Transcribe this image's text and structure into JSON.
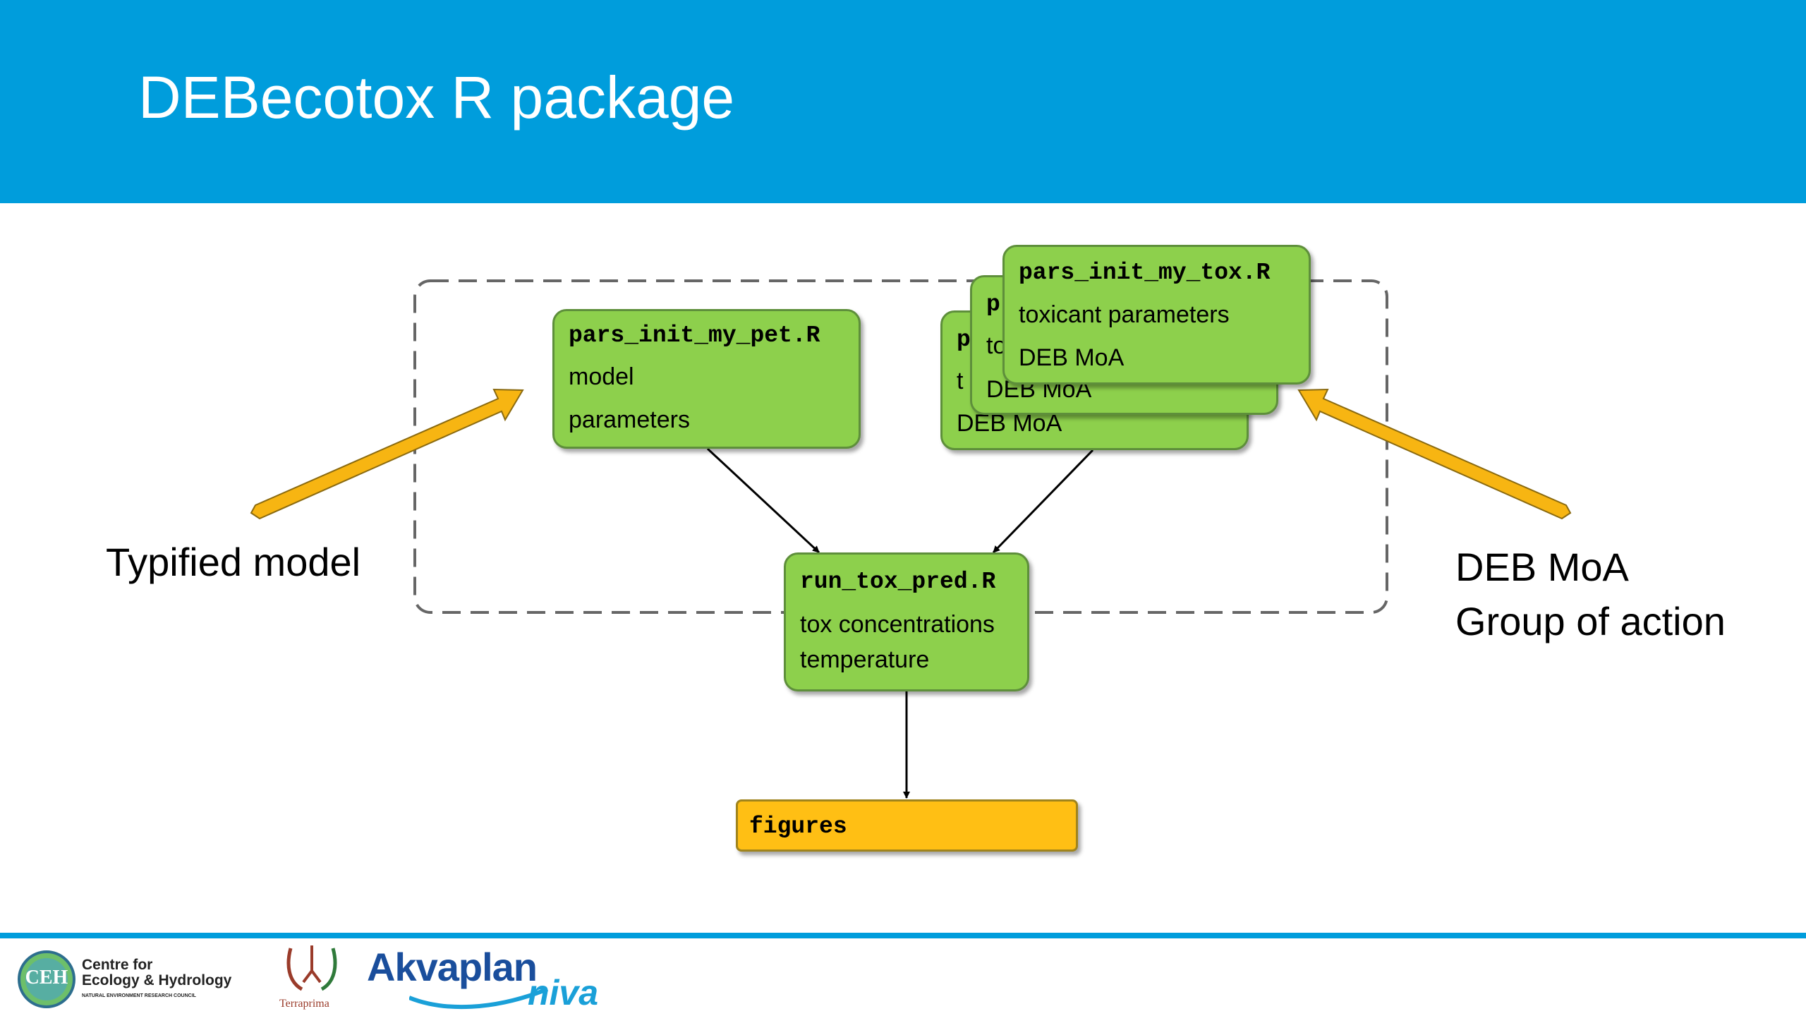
{
  "slide": {
    "title": "DEBecotox R package"
  },
  "diagram": {
    "pet_box": {
      "filename": "pars_init_my_pet.R",
      "line1": "model",
      "line2": "parameters"
    },
    "tox_box_back2": {
      "filename": "p",
      "line1": "t",
      "line2": "DEB MoA"
    },
    "tox_box_back1": {
      "filename": "p",
      "line1": "to",
      "line2": "DEB MoA"
    },
    "tox_box_front": {
      "filename": "pars_init_my_tox.R",
      "line1": "toxicant parameters",
      "line2": "DEB MoA"
    },
    "run_box": {
      "filename": "run_tox_pred.R",
      "line1": "tox concentrations",
      "line2": "temperature"
    },
    "figures_box": {
      "filename": "figures"
    },
    "left_label": "Typified model",
    "right_label_line1": "DEB MoA",
    "right_label_line2": "Group of action"
  },
  "colors": {
    "header": "#009ddc",
    "box_green": "#8dd04c",
    "box_orange": "#ffbf14",
    "arrow_orange": "#f7b512"
  },
  "footer": {
    "ceh_badge": "CEH",
    "ceh_line1": "Centre for",
    "ceh_line2": "Ecology & Hydrology",
    "ceh_line3": "NATURAL ENVIRONMENT RESEARCH COUNCIL",
    "terraprima": "Terraprima",
    "akvaplan_main": "Akvaplan",
    "akvaplan_sub": "niva"
  }
}
